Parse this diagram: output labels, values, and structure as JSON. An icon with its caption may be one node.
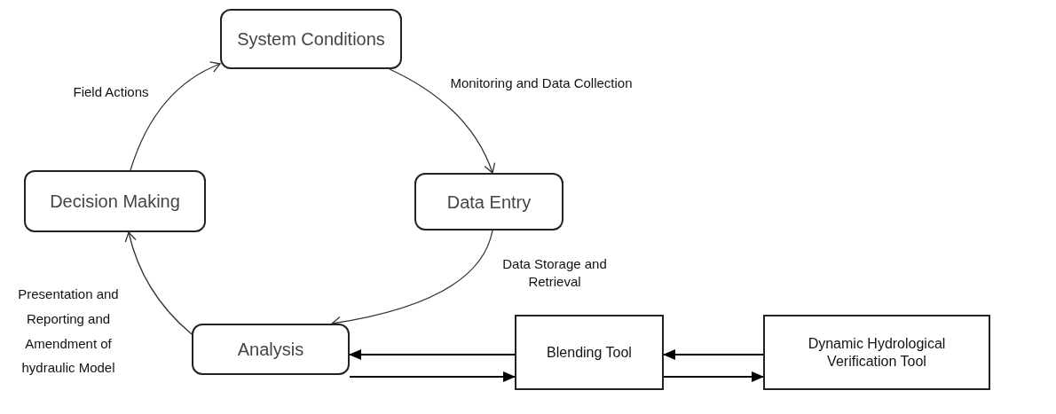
{
  "diagram": {
    "nodes": [
      {
        "text": [
          "System Conditions"
        ]
      },
      {
        "text": [
          "Data Entry"
        ]
      },
      {
        "text": [
          "Decision Making"
        ]
      },
      {
        "text": [
          "Analysis"
        ]
      },
      {
        "text": [
          "Blending Tool"
        ]
      },
      {
        "text": [
          "Dynamic Hydrological Verification Tool"
        ]
      }
    ],
    "edges": [
      {
        "from": 0,
        "to": 1,
        "arrow": "to",
        "label": "Monitoring and Data Collection"
      },
      {
        "from": 1,
        "to": 3,
        "arrow": "to",
        "label": "Data Storage and Retrieval"
      },
      {
        "from": 3,
        "to": 2,
        "arrow": "to",
        "label": "Presentation and Reporting and Amendment of hydraulic Model"
      },
      {
        "from": 2,
        "to": 0,
        "arrow": "to",
        "label": "Field Actions"
      },
      {
        "from": 4,
        "to": 3,
        "arrow": "to"
      },
      {
        "from": 3,
        "to": 4,
        "arrow": "to"
      },
      {
        "from": 5,
        "to": 4,
        "arrow": "to"
      },
      {
        "from": 4,
        "to": 5,
        "arrow": "to"
      }
    ]
  }
}
